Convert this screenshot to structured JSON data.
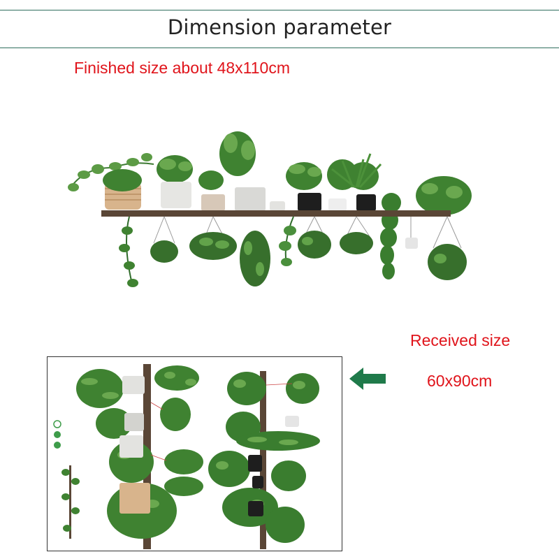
{
  "header": {
    "title": "Dimension parameter"
  },
  "finished": {
    "label": "Finished size about 48x110cm"
  },
  "received": {
    "label": "Received size",
    "value": "60x90cm"
  },
  "colors": {
    "accent_red": "#e0141b",
    "rule_green": "#2f6e5e",
    "arrow_green": "#1f7a4a",
    "leaf_dark": "#2f6b2a",
    "leaf_mid": "#4a8f3c",
    "leaf_light": "#7fb55a",
    "shelf_brown": "#5a4636"
  },
  "icons": {
    "arrow": "arrow-left-icon",
    "sheet_badges": "eco-badge-icon"
  }
}
